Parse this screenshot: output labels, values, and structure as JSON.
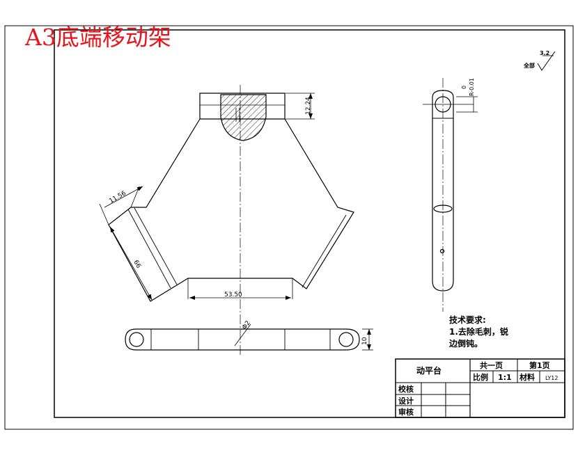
{
  "drawing_title": "A3底端移动架",
  "roughness": {
    "value": "3.2",
    "label": "全部"
  },
  "dimensions": {
    "top_height": "12.24",
    "left_width": "11.56",
    "arm_length": "66",
    "bottom_width": "53.50",
    "diameter": "Φ2",
    "plate_thickness": "10",
    "tolerance_upper": "0",
    "tolerance_lower": "R-0.01"
  },
  "tech_notes": {
    "heading": "技术要求:",
    "line1": "1.去除毛刺，锐",
    "line2": "边倒钝。"
  },
  "title_block": {
    "part_name": "动平台",
    "total_pages": "共一页",
    "page_number": "第1页",
    "scale_label": "比例",
    "scale_value": "1:1",
    "material_label": "材料",
    "material_value": "LY12",
    "check_label": "校核",
    "design_label": "设计",
    "review_label": "审核"
  }
}
